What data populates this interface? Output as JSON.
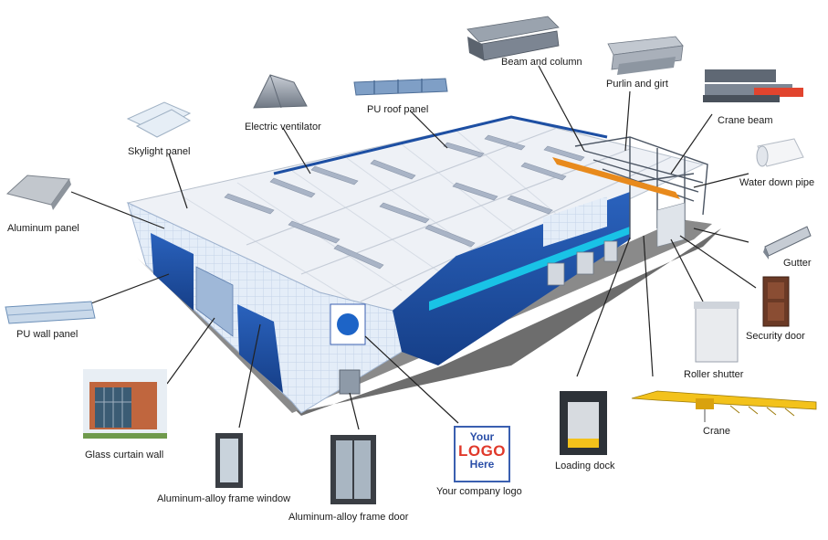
{
  "labels": {
    "beam_and_column": "Beam and column",
    "purlin_and_girt": "Purlin and girt",
    "crane_beam": "Crane beam",
    "water_down_pipe": "Water down pipe",
    "gutter": "Gutter",
    "security_door": "Security door",
    "roller_shutter": "Roller shutter",
    "crane": "Crane",
    "loading_dock": "Loading dock",
    "your_company_logo": "Your company logo",
    "aluminum_alloy_frame_door": "Aluminum-alloy frame door",
    "aluminum_alloy_frame_window": "Aluminum-alloy frame window",
    "glass_curtain_wall": "Glass curtain wall",
    "pu_wall_panel": "PU wall panel",
    "aluminum_panel": "Aluminum panel",
    "skylight_panel": "Skylight panel",
    "electric_ventilator": "Electric ventilator",
    "pu_roof_panel": "PU roof panel"
  },
  "logo": {
    "line1": "Your",
    "line2": "LOGO",
    "line3": "Here"
  },
  "colors": {
    "roof": "#eef1f6",
    "wall_blue": "#1d4fa3",
    "trim_cyan": "#19c3e6",
    "steel": "#7d8794",
    "beam_orange": "#e88a1c",
    "crane_yellow": "#f3c21b",
    "leader": "#222222"
  }
}
